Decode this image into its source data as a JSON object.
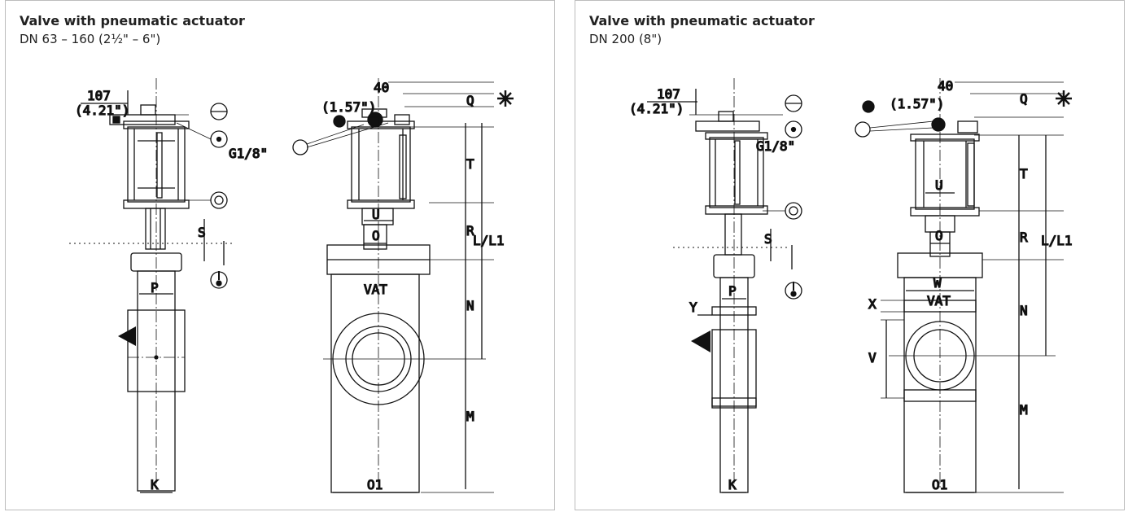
{
  "panels": [
    {
      "title": "Valve with pneumatic actuator",
      "subtitle": "DN 63 – 160 (2½\" – 6\")",
      "labels": {
        "dim_107": "107",
        "dim_107_in": "(4.21\")",
        "dim_40": "40",
        "dim_40_in": "(1.57\")",
        "thread": "G1/8\"",
        "q": "Q",
        "t": "T",
        "u": "U",
        "r": "R",
        "o": "O",
        "s": "S",
        "l_l1": "L/L1",
        "p": "P",
        "n": "N",
        "m": "M",
        "k": "K",
        "o1": "O1",
        "brand": "VAT"
      }
    },
    {
      "title": "Valve with pneumatic actuator",
      "subtitle": "DN 200 (8\")",
      "labels": {
        "dim_107": "107",
        "dim_107_in": "(4.21\")",
        "dim_40": "40",
        "dim_40_in": "(1.57\")",
        "thread": "G1/8\"",
        "q": "Q",
        "t": "T",
        "u": "U",
        "r": "R",
        "o": "O",
        "s": "S",
        "l_l1": "L/L1",
        "p": "P",
        "n": "N",
        "m": "M",
        "k": "K",
        "o1": "O1",
        "w": "W",
        "x": "X",
        "y": "Y",
        "v": "V",
        "brand": "VAT"
      }
    }
  ]
}
